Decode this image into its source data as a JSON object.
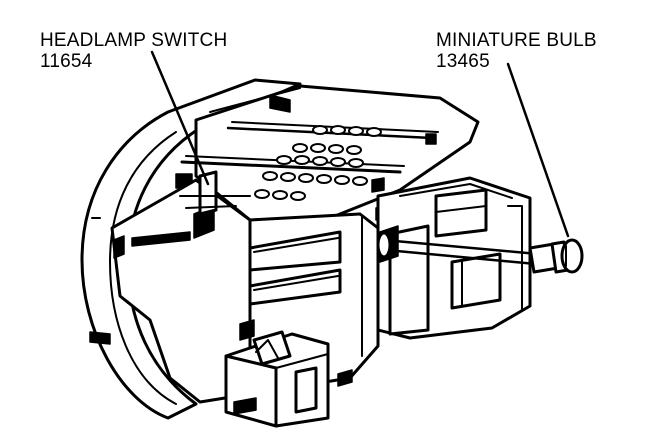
{
  "callouts": {
    "headlamp_switch": {
      "name": "HEADLAMP SWITCH",
      "part_number": "11654"
    },
    "miniature_bulb": {
      "name": "MINIATURE BULB",
      "part_number": "13465"
    }
  },
  "colors": {
    "ink": "#000000",
    "paper": "#ffffff"
  }
}
